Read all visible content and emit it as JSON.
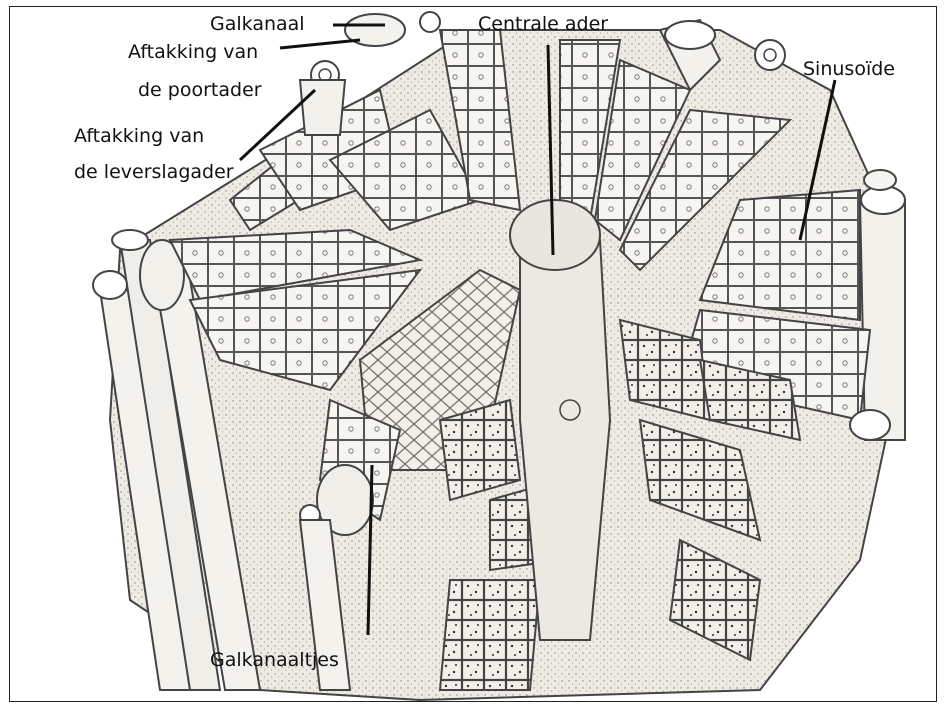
{
  "labels": {
    "galkanaal": "Galkanaal",
    "centrale_ader": "Centrale ader",
    "aftakking_poortader_1": "Aftakking van",
    "aftakking_poortader_2": "de poortader",
    "sinusoide": "Sinusoïde",
    "aftakking_leverslagader_1": "Aftakking van",
    "aftakking_leverslagader_2": "de leverslagader",
    "galkanaaltjes": "Galkanaaltjes"
  },
  "colors": {
    "line": "#111111",
    "tissue_fill": "#ece9e3",
    "cell_fill": "#f7f5f0",
    "stroke": "#555555",
    "dark_cell": "#9b958c"
  }
}
